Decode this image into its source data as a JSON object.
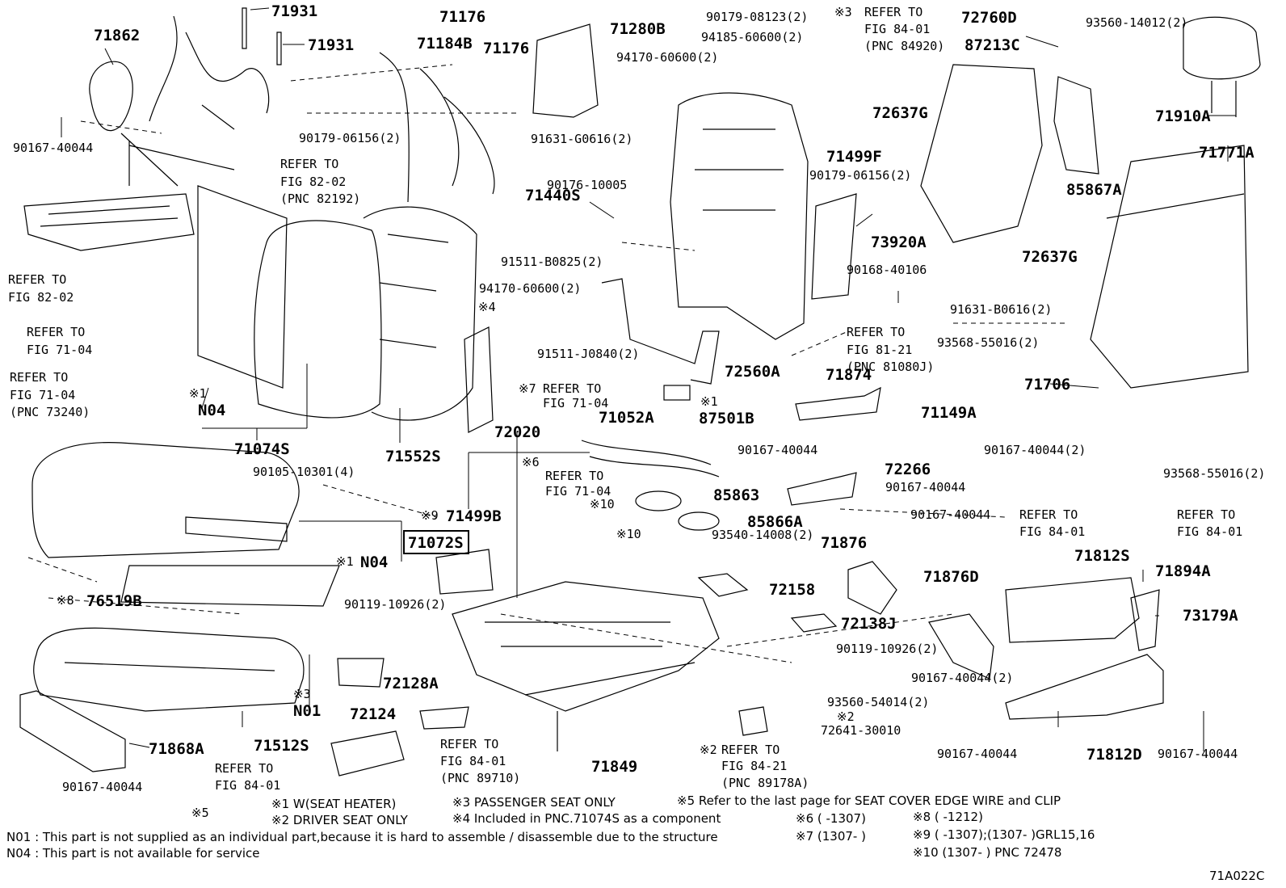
{
  "labels": {
    "l71862": "71862",
    "l71931a": "71931",
    "l71931b": "71931",
    "l71176a": "71176",
    "l71184B": "71184B",
    "l71176b": "71176",
    "l71280B": "71280B",
    "l90179_08123": "90179-08123(2)",
    "l94185_60600": "94185-60600(2)",
    "l94170_60600a": "94170-60600(2)",
    "l90179_06156a": "90179-06156(2)",
    "l91631_G0616": "91631-G0616(2)",
    "l90176_10005": "90176-10005",
    "l90167_40044_a": "90167-40044",
    "refer_82_02_a": "REFER TO",
    "refer_82_02_b": "FIG 82-02",
    "refer_82_02_c": "(PNC 82192)",
    "refer_82_02b_a": "REFER TO",
    "refer_82_02b_b": "FIG 82-02",
    "refer_71_04a_a": "REFER TO",
    "refer_71_04a_b": "FIG 71-04",
    "refer_71_04b_a": "REFER TO",
    "refer_71_04b_b": "FIG 71-04",
    "refer_71_04b_c": "(PNC 73240)",
    "n04a": "N04",
    "m1a": "※1",
    "l71074S": "71074S",
    "l71552S": "71552S",
    "l90105_10301": "90105-10301(4)",
    "l71440S": "71440S",
    "l91511_B0825": "91511-B0825(2)",
    "l94170_60600b": "94170-60600(2)",
    "m4a": "※4",
    "l91511_J0840": "91511-J0840(2)",
    "m7a": "※7",
    "refer_71_04c_a": "REFER TO",
    "refer_71_04c_b": "FIG 71-04",
    "l72020": "72020",
    "l71052A": "71052A",
    "m3a": "※3",
    "refer_84_01a_a": "REFER TO",
    "refer_84_01a_b": "FIG 84-01",
    "refer_84_01a_c": "(PNC 84920)",
    "l72760D": "72760D",
    "l87213C": "87213C",
    "l93560_14012": "93560-14012(2)",
    "l71910A": "71910A",
    "l72637Ga": "72637G",
    "l71499F": "71499F",
    "l90179_06156b": "90179-06156(2)",
    "l73920A": "73920A",
    "l85867A": "85867A",
    "l72637Gb": "72637G",
    "l71771A": "71771A",
    "l90168_40106": "90168-40106",
    "l91631_B0616": "91631-B0616(2)",
    "refer_81_21_a": "REFER TO",
    "refer_81_21_b": "FIG 81-21",
    "refer_81_21_c": "(PNC 81080J)",
    "l93568_55016a": "93568-55016(2)",
    "l72560A": "72560A",
    "l71874": "71874",
    "l71706": "71706",
    "m1b": "※1",
    "l87501B": "87501B",
    "l71149A": "71149A",
    "l90167_40044_b": "90167-40044",
    "l90167_40044_c": "90167-40044(2)",
    "l93568_55016b": "93568-55016(2)",
    "l72266": "72266",
    "l90167_40044_d": "90167-40044",
    "l85863": "85863",
    "l90167_40044_e": "90167-40044",
    "l85866A": "85866A",
    "l93540_14008": "93540-14008(2)",
    "refer_84_01b_a": "REFER TO",
    "refer_84_01b_b": "FIG 84-01",
    "refer_84_01c_a": "REFER TO",
    "refer_84_01c_b": "FIG 84-01",
    "m6a": "※6",
    "refer_71_04d_a": "REFER TO",
    "refer_71_04d_b": "FIG 71-04",
    "m9a": "※9",
    "l71499B": "71499B",
    "m10a": "※10",
    "m10b": "※10",
    "l71072S": "71072S",
    "m1c": "※1",
    "n04b": "N04",
    "m8a": "※8",
    "l76519B": "76519B",
    "l90119_10926a": "90119-10926(2)",
    "l71876": "71876",
    "l72158": "72158",
    "l71876D": "71876D",
    "l71812S": "71812S",
    "l71894A": "71894A",
    "l73179A": "73179A",
    "l72138J": "72138J",
    "l90119_10926b": "90119-10926(2)",
    "l90167_40044_f": "90167-40044(2)",
    "l72128A": "72128A",
    "m3b": "※3",
    "n01": "N01",
    "l72124": "72124",
    "refer_84_01d_a": "REFER TO",
    "refer_84_01d_b": "FIG 84-01",
    "refer_84_01d_c": "(PNC 89710)",
    "l93560_54014": "93560-54014(2)",
    "m2a": "※2",
    "l72641_30010": "72641-30010",
    "l71868A": "71868A",
    "l71512S": "71512S",
    "refer_84_01e_a": "REFER TO",
    "refer_84_01e_b": "FIG 84-01",
    "l90167_40044_g": "90167-40044",
    "l71849": "71849",
    "m2b": "※2",
    "refer_84_21_a": "REFER TO",
    "refer_84_21_b": "FIG 84-21",
    "refer_84_21_c": "(PNC 89178A)",
    "l90167_40044_h": "90167-40044",
    "l71812D": "71812D",
    "l90167_40044_i": "90167-40044",
    "m5a": "※5"
  },
  "notes": {
    "n1": "※1  W(SEAT HEATER)",
    "n2": "※2  DRIVER  SEAT  ONLY",
    "n3": "※3  PASSENGER  SEAT  ONLY",
    "n4": "※4 Included in PNC.71074S as a component",
    "n5": "※5 Refer to the last page for SEAT COVER EDGE WIRE and CLIP",
    "n6": "※6 (      -1307)",
    "n7": "※7 (1307-      )",
    "n8": "※8 (      -1212)",
    "n9": "※9 (      -1307);(1307-      )GRL15,16",
    "n10": "※10 (1307-      ) PNC 72478",
    "n01_def": "N01 : This part is not supplied as an individual part,because it is hard to assemble / disassemble due to the structure",
    "n04_def": "N04 : This part is not available for service",
    "fig_code": "71A022C"
  }
}
